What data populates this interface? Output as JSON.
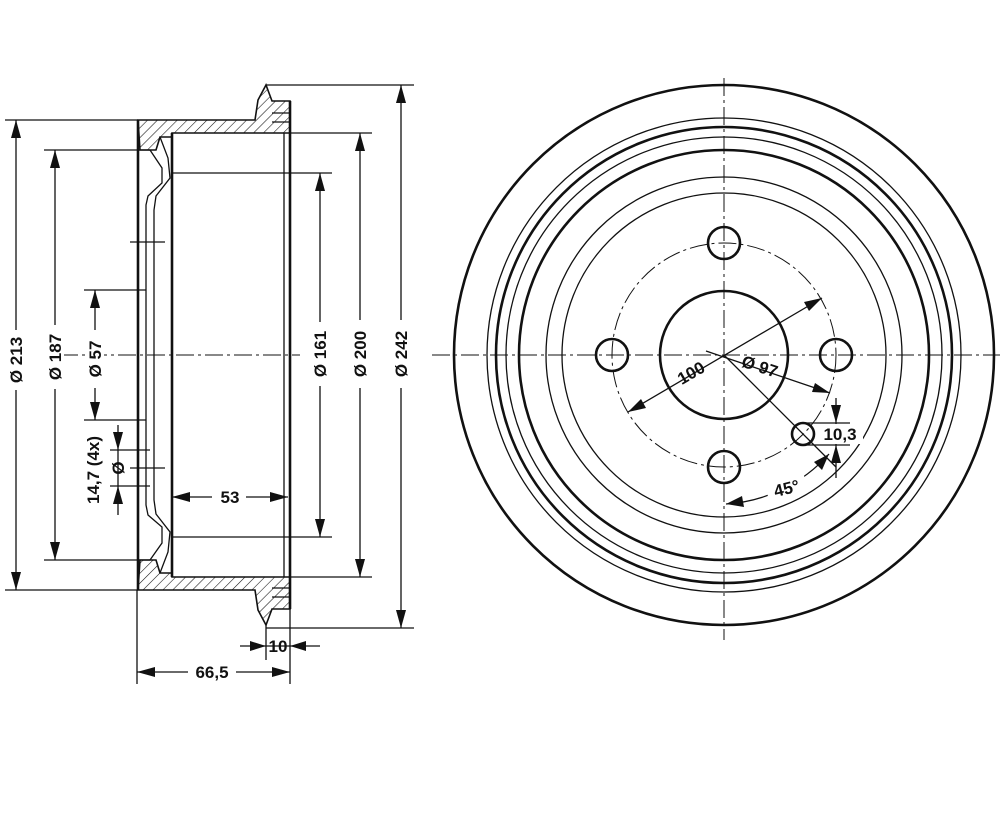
{
  "side_view": {
    "dia_213": "Ø 213",
    "dia_187": "Ø 187",
    "dia_57": "Ø 57",
    "hole_note": "14,7 (4x)",
    "hole_dia_symbol": "Ø",
    "dia_161": "Ø 161",
    "dia_200": "Ø 200",
    "dia_242": "Ø 242",
    "depth_53": "53",
    "width_10": "10",
    "width_66_5": "66,5"
  },
  "front_view": {
    "pcd_100": "100",
    "dia_97": "Ø 97",
    "hole_10_3": "10,3",
    "angle_45": "45°"
  }
}
